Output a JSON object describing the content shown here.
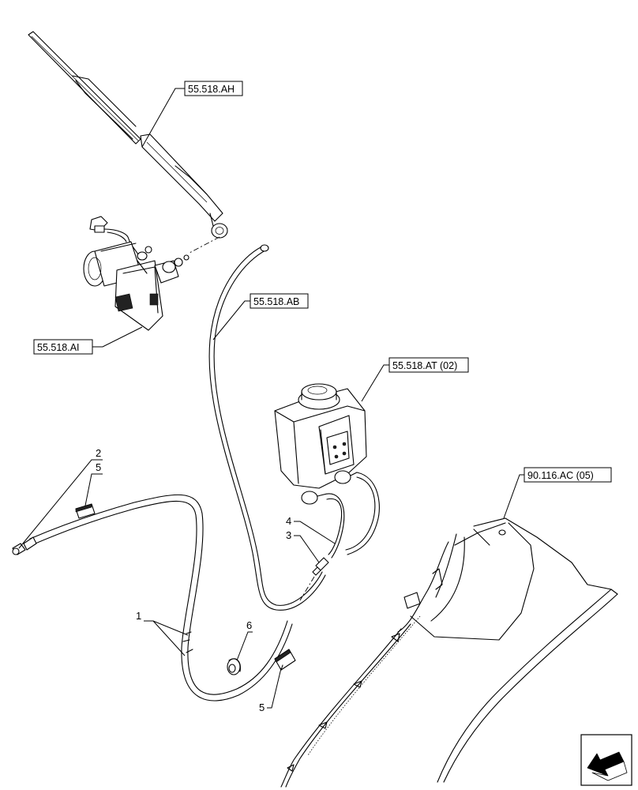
{
  "references": {
    "wiper_arm": "55.518.AH",
    "wiper_motor": "55.518.AI",
    "washer_hose": "55.518.AB",
    "washer_tank": "55.518.AT (02)",
    "cab_fender": "90.116.AC (05)"
  },
  "callouts": {
    "hose": "1",
    "nozzle": "2",
    "connector": "3",
    "short_hose": "4",
    "clip_upper": "5",
    "clip_lower": "5",
    "grommet": "6"
  },
  "icons": {
    "navigation": "arrow-left-icon"
  }
}
